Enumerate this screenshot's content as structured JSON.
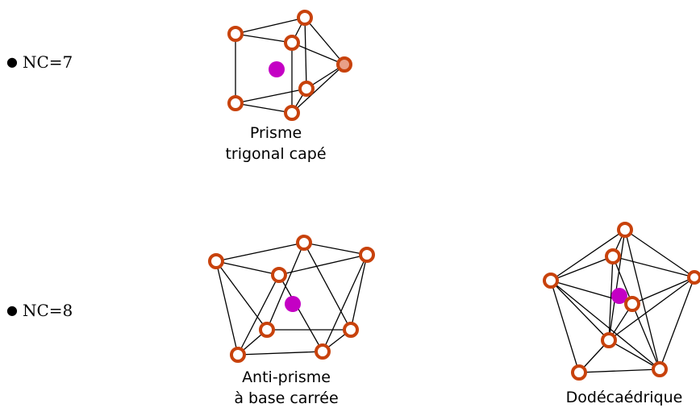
{
  "rows": [
    {
      "bullet": "●",
      "label": "NC=7"
    },
    {
      "bullet": "●",
      "label": "NC=8"
    }
  ],
  "figures": [
    {
      "caption_lines": [
        "Prisme",
        "trigonal capé"
      ]
    },
    {
      "caption_lines": [
        "Anti-prisme",
        "à base carrée"
      ]
    },
    {
      "caption_lines": [
        "Dodécaédrique"
      ]
    }
  ],
  "colors": {
    "atom_outline": "#c8420c",
    "central_atom": "#c400c4",
    "edge": "#000000"
  }
}
